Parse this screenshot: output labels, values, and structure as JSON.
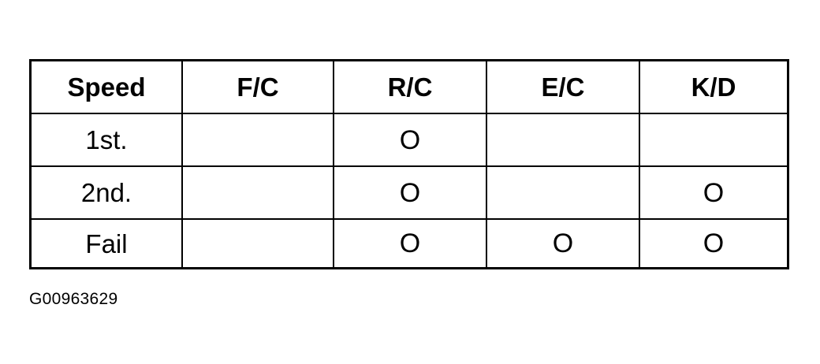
{
  "table": {
    "headers": [
      "Speed",
      "F/C",
      "R/C",
      "E/C",
      "K/D"
    ],
    "rows": [
      [
        "1st.",
        "",
        "O",
        "",
        ""
      ],
      [
        "2nd.",
        "",
        "O",
        "",
        "O"
      ],
      [
        "Fail",
        "",
        "O",
        "O",
        "O"
      ]
    ]
  },
  "caption": "G00963629"
}
